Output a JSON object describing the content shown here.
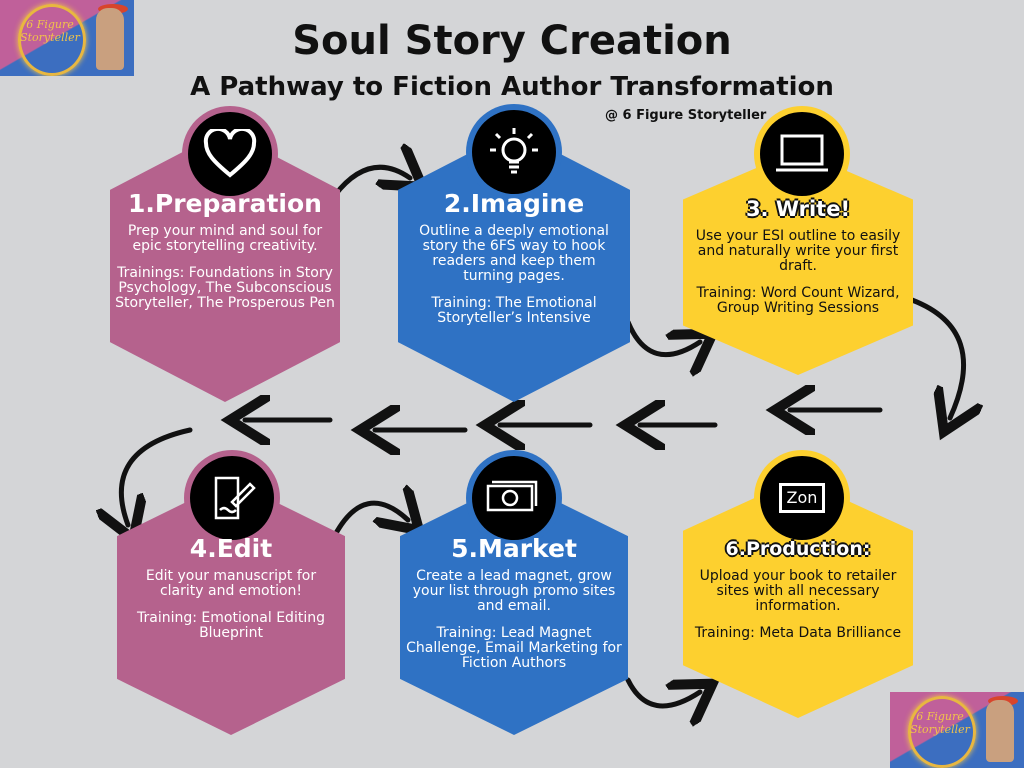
{
  "header": {
    "title": "Soul Story Creation",
    "subtitle": "A Pathway to Fiction Author Transformation",
    "credit": "@ 6 Figure Storyteller"
  },
  "logo": {
    "text": "6 Figure Storyteller"
  },
  "steps": [
    {
      "title": "1.Preparation",
      "icon": "heart-icon",
      "desc": "Prep your mind and soul for epic storytelling creativity.",
      "training": "Trainings: Foundations in Story Psychology, The Subconscious Storyteller, The Prosperous Pen",
      "color": "#b5628d"
    },
    {
      "title": "2.Imagine",
      "icon": "lightbulb-icon",
      "desc": "Outline a deeply emotional story the 6FS way to hook readers and keep them turning pages.",
      "training": "Training: The Emotional Storyteller’s Intensive",
      "color": "#2f72c4"
    },
    {
      "title": "3. Write!",
      "icon": "laptop-icon",
      "desc": "Use your ESI outline to easily and naturally write your first draft.",
      "training": "Training: Word Count Wizard, Group Writing Sessions",
      "color": "#fdd02f"
    },
    {
      "title": "4.Edit",
      "icon": "edit-document-icon",
      "desc": "Edit your manuscript for clarity and emotion!",
      "training": "Training: Emotional Editing Blueprint",
      "color": "#b5628d"
    },
    {
      "title": "5.Market",
      "icon": "money-icon",
      "desc": "Create a lead magnet, grow your list through promo sites and email.",
      "training": "Training: Lead Magnet Challenge, Email Marketing for Fiction Authors",
      "color": "#2f72c4"
    },
    {
      "title": "6.Production:",
      "icon": "amazon-laptop-icon",
      "icon_text": "Zon",
      "desc": "Upload your book to retailer sites with all necessary information.",
      "training": "Training: Meta Data Brilliance",
      "color": "#fdd02f"
    }
  ]
}
